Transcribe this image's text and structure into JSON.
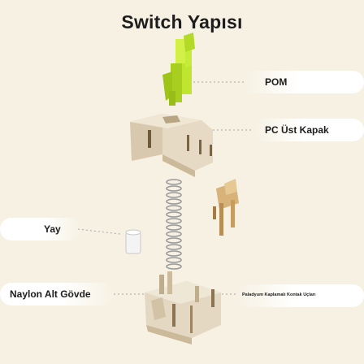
{
  "title": "Switch Yapısı",
  "labels": {
    "pom": "POM",
    "pc_top": "PC Üst Kapak",
    "spring": "Yay",
    "bottom": "Naylon Alt Gövde",
    "contacts": "Paladyum Kaplamalı Kontak Uçları"
  },
  "colors": {
    "background": "#f6f1e3",
    "stem": "#b9e02b",
    "housing": "#e3d6bf",
    "contact": "#c9a15f",
    "spring": "#bdbdbd"
  },
  "icons": [
    "switch-stem-illustration",
    "top-housing-illustration",
    "spring-illustration",
    "light-pipe-illustration",
    "contact-leaf-illustration",
    "bottom-housing-illustration"
  ]
}
